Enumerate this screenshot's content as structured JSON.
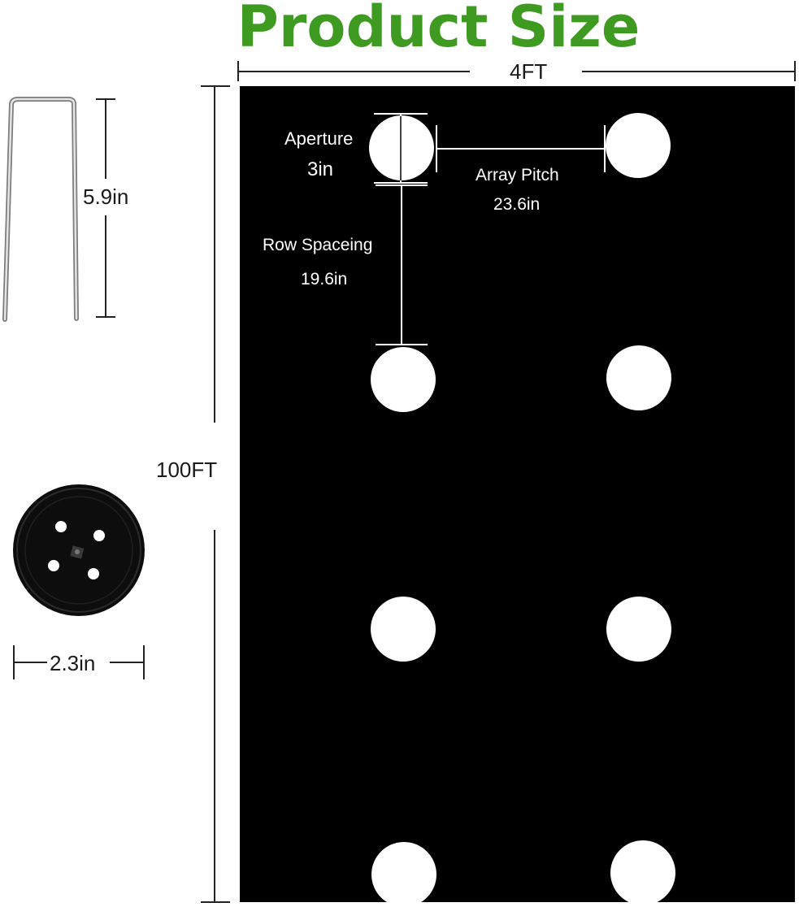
{
  "title": "Product Size",
  "dimensions": {
    "width": "4FT",
    "length": "100FT",
    "aperture_label": "Aperture",
    "aperture_value": "3in",
    "array_pitch_label": "Array Pitch",
    "array_pitch_value": "23.6in",
    "row_spacing_label": "Row Spaceing",
    "row_spacing_value": "19.6in"
  },
  "accessories": {
    "staple_height": "5.9in",
    "washer_diameter": "2.3in"
  },
  "colors": {
    "title": "#3e9a21",
    "fabric": "#000000",
    "hole": "#ffffff"
  }
}
